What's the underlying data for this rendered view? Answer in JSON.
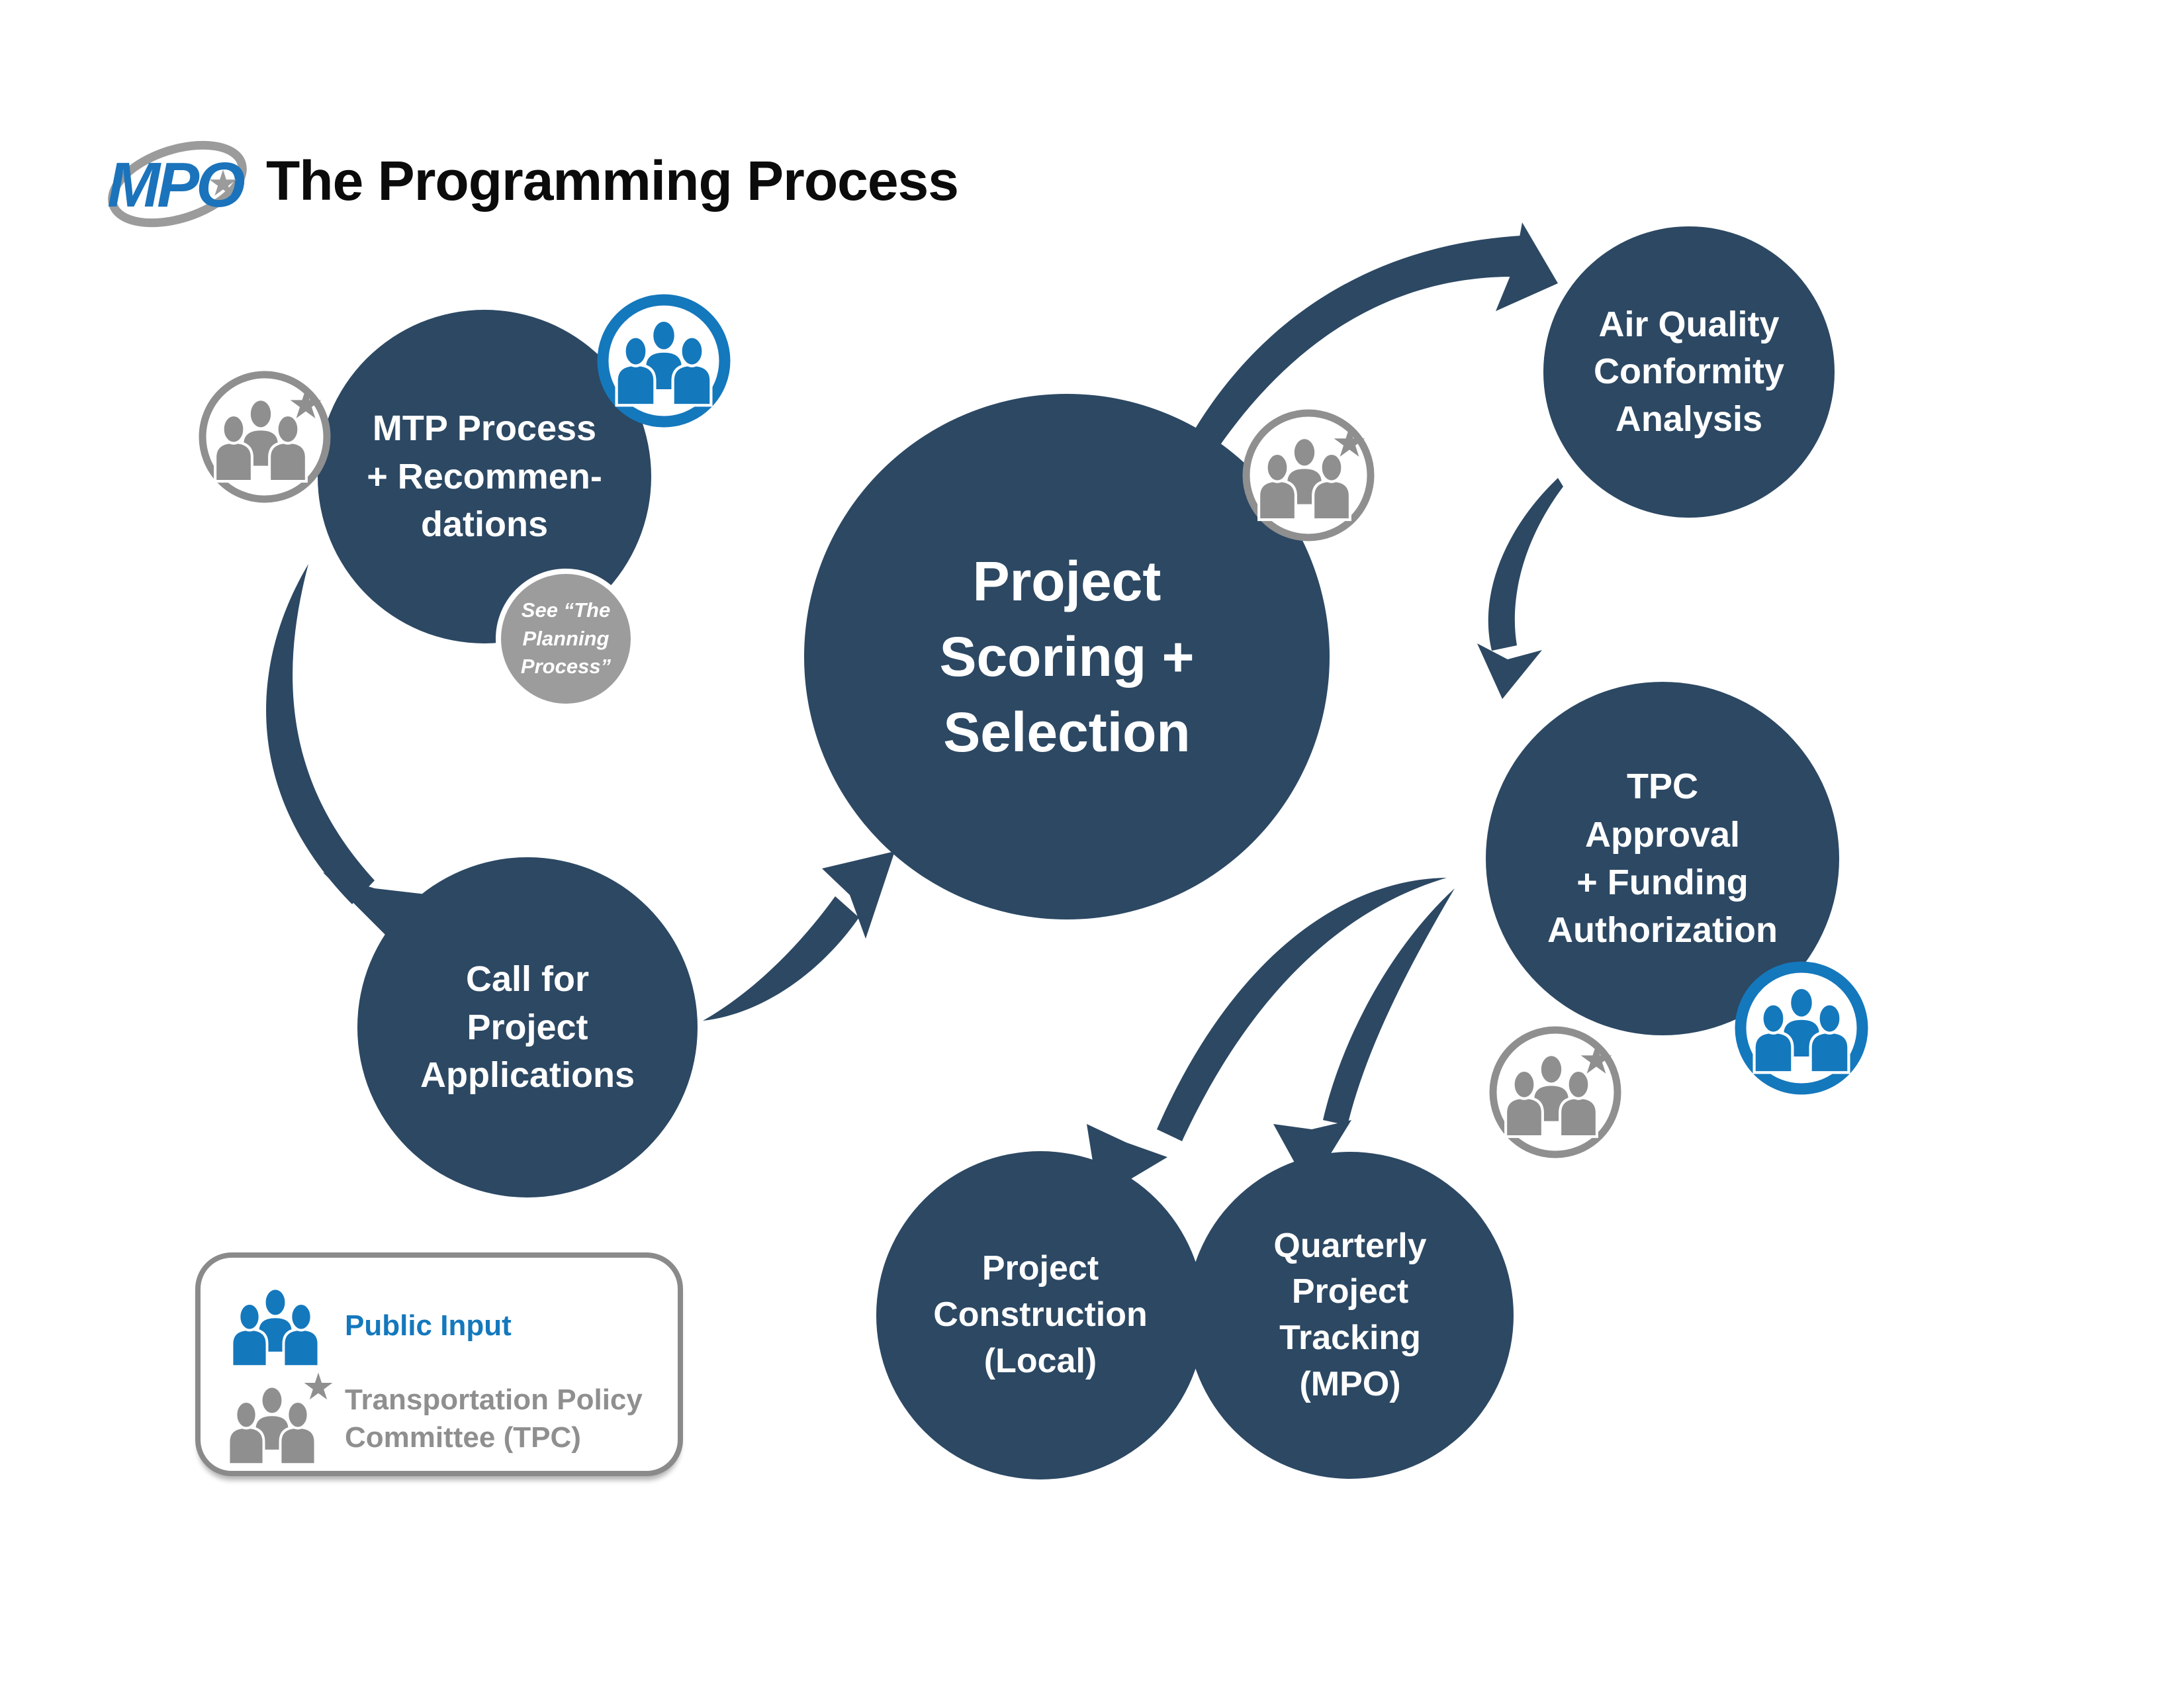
{
  "header": {
    "logo_text": "MPO",
    "title": "The Programming Process"
  },
  "colors": {
    "navy": "#2c4863",
    "blue": "#1478bd",
    "gray": "#8f8f8f",
    "note_gray": "#9c9c9c",
    "title_black": "#0b0b0b"
  },
  "nodes": {
    "mtp": {
      "label": "MTP Process\n+ Recommen-\ndations"
    },
    "planning_note": {
      "label": "See “The\nPlanning\nProcess”"
    },
    "call": {
      "label": "Call for\nProject\nApplications"
    },
    "scoring": {
      "label": "Project\nScoring +\nSelection"
    },
    "air_quality": {
      "label": "Air Quality\nConformity\nAnalysis"
    },
    "tpc_approval": {
      "label": "TPC\nApproval\n+ Funding\nAuthorization"
    },
    "construction": {
      "label": "Project\nConstruction\n(Local)"
    },
    "tracking": {
      "label": "Quarterly\nProject\nTracking\n(MPO)"
    }
  },
  "legend": {
    "public_input_label": "Public Input",
    "tpc_label": "Transportation Policy\nCommittee (TPC)"
  }
}
